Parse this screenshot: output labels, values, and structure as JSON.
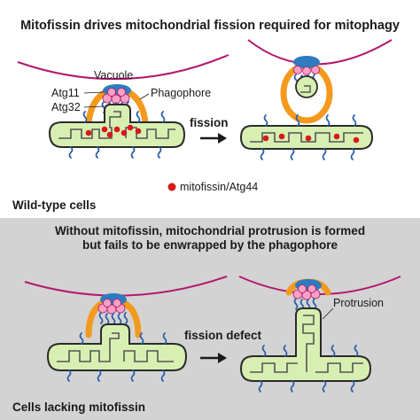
{
  "top_panel": {
    "title": "Mitofissin drives mitochondrial fission required for mitophagy",
    "labels": {
      "vacuole": "Vacuole",
      "atg11": "Atg11",
      "atg32": "Atg32",
      "phagophore": "Phagophore",
      "fission": "fission",
      "legend": "mitofissin/Atg44"
    },
    "caption": "Wild-type cells"
  },
  "bottom_panel": {
    "title_line1": "Without mitofissin, mitochondrial protrusion is formed",
    "title_line2": "but fails to be enwrapped by the phagophore",
    "labels": {
      "protrusion": "Protrusion",
      "fission_defect": "fission defect"
    },
    "caption": "Cells lacking mitofissin"
  },
  "colors": {
    "mito_fill": "#d8efb2",
    "mito_outline": "#2a2a2a",
    "membrane": "#b3186e",
    "phagophore": "#f39a1e",
    "atg11": "#2e7bbf",
    "atg32": "#f7a1c4",
    "mitofissin": "#d7191c",
    "bottom_bg": "#d3d3d3",
    "anchor": "#2d5fa8"
  },
  "icons": {
    "arrow": "right-arrow-icon",
    "legend_dot": "red-dot-icon"
  }
}
